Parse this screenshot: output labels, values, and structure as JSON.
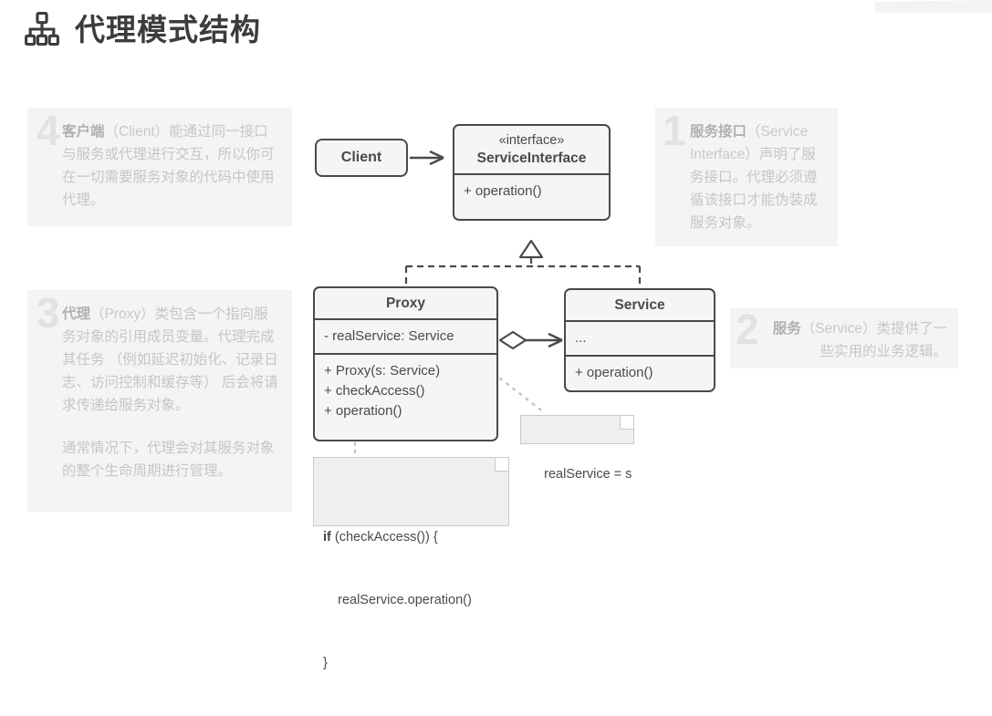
{
  "header": {
    "title": "代理模式结构",
    "icon": "sitemap-icon"
  },
  "colors": {
    "title_text": "#3c3c3c",
    "note_bg": "#f4f4f4",
    "note_text": "#c6c6c6",
    "note_number": "#e2e2e2",
    "uml_stroke": "#4a4a4a",
    "uml_fill": "#f5f5f5",
    "sticky_fill": "#efefef"
  },
  "annotations": [
    {
      "number": "1",
      "term": "服务接口",
      "english": "（Service Interface）",
      "text": "声明了服务接口。代理必须遵循该接口才能伪装成服务对象。"
    },
    {
      "number": "2",
      "term": "服务",
      "english": "（Service）",
      "text": "类提供了一些实用的业务逻辑。"
    },
    {
      "number": "3",
      "term": "代理",
      "english": "（Proxy）",
      "text": "类包含一个指向服务对象的引用成员变量。代理完成其任务 （例如延迟初始化、记录日志、访问控制和缓存等） 后会将请求传递给服务对象。",
      "text2": "通常情况下，代理会对其服务对象的整个生命周期进行管理。"
    },
    {
      "number": "4",
      "term": "客户端",
      "english": "（Client）",
      "text": "能通过同一接口与服务或代理进行交互，所以你可在一切需要服务对象的代码中使用代理。"
    }
  ],
  "diagram": {
    "client": {
      "name": "Client"
    },
    "service_interface": {
      "stereotype": "«interface»",
      "name": "ServiceInterface",
      "operations": [
        "+ operation()"
      ]
    },
    "proxy": {
      "name": "Proxy",
      "attributes": [
        "- realService: Service"
      ],
      "operations": [
        "+ Proxy(s: Service)",
        "+ checkAccess()",
        "+ operation()"
      ]
    },
    "service": {
      "name": "Service",
      "attributes": [
        "..."
      ],
      "operations": [
        "+ operation()"
      ]
    },
    "notes": {
      "assignment": "realService = s",
      "code_keyword": "if",
      "code_line1": " (checkAccess()) {",
      "code_line2": "    realService.operation()",
      "code_line3": "}"
    },
    "relations": [
      {
        "from": "Client",
        "to": "ServiceInterface",
        "type": "association-arrow"
      },
      {
        "from": "Proxy",
        "to": "ServiceInterface",
        "type": "realization-dashed-triangle"
      },
      {
        "from": "Service",
        "to": "ServiceInterface",
        "type": "realization-dashed-triangle"
      },
      {
        "from": "Proxy",
        "to": "Service",
        "type": "aggregation-open-diamond-arrow"
      }
    ]
  }
}
